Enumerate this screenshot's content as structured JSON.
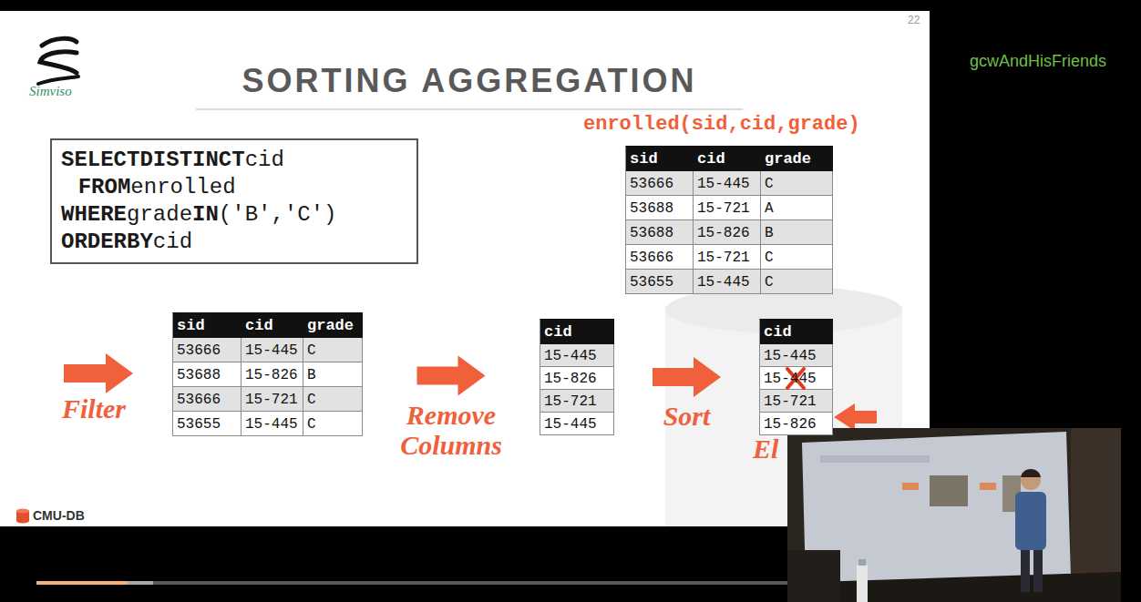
{
  "diagram": {
    "title": "SORTING AGGREGATION",
    "nodes": [
      {
        "text": [
          "SELECT DISTINCT cid",
          "FROM enrolled",
          "WHERE grade IN ('B','C')",
          "ORDER BY cid"
        ]
      },
      {
        "text": [
          "enrolled(sid,cid,grade)",
          "sid",
          "cid",
          "grade",
          "53666",
          "15-445",
          "C",
          "53688",
          "15-721",
          "A",
          "53688",
          "15-826",
          "B",
          "53666",
          "15-721",
          "C",
          "53655",
          "15-445",
          "C"
        ]
      },
      {
        "text": [
          "sid",
          "cid",
          "grade",
          "53666",
          "15-445",
          "C",
          "53688",
          "15-826",
          "B",
          "53666",
          "15-721",
          "C",
          "53655",
          "15-445",
          "C"
        ]
      },
      {
        "text": [
          "cid",
          "15-445",
          "15-826",
          "15-721",
          "15-445"
        ]
      },
      {
        "text": [
          "cid",
          "15-445",
          "15-445",
          "15-721",
          "15-826"
        ]
      }
    ],
    "edges": [
      {
        "from": 2,
        "to": 3,
        "arrow": "to",
        "label": "Remove Columns"
      },
      {
        "from": 3,
        "to": 4,
        "arrow": "to",
        "label": "Sort"
      }
    ],
    "labels": [
      "22",
      "gcwAndHisFriends",
      "Simviso",
      "CMU-DB",
      "Filter",
      "El"
    ]
  }
}
